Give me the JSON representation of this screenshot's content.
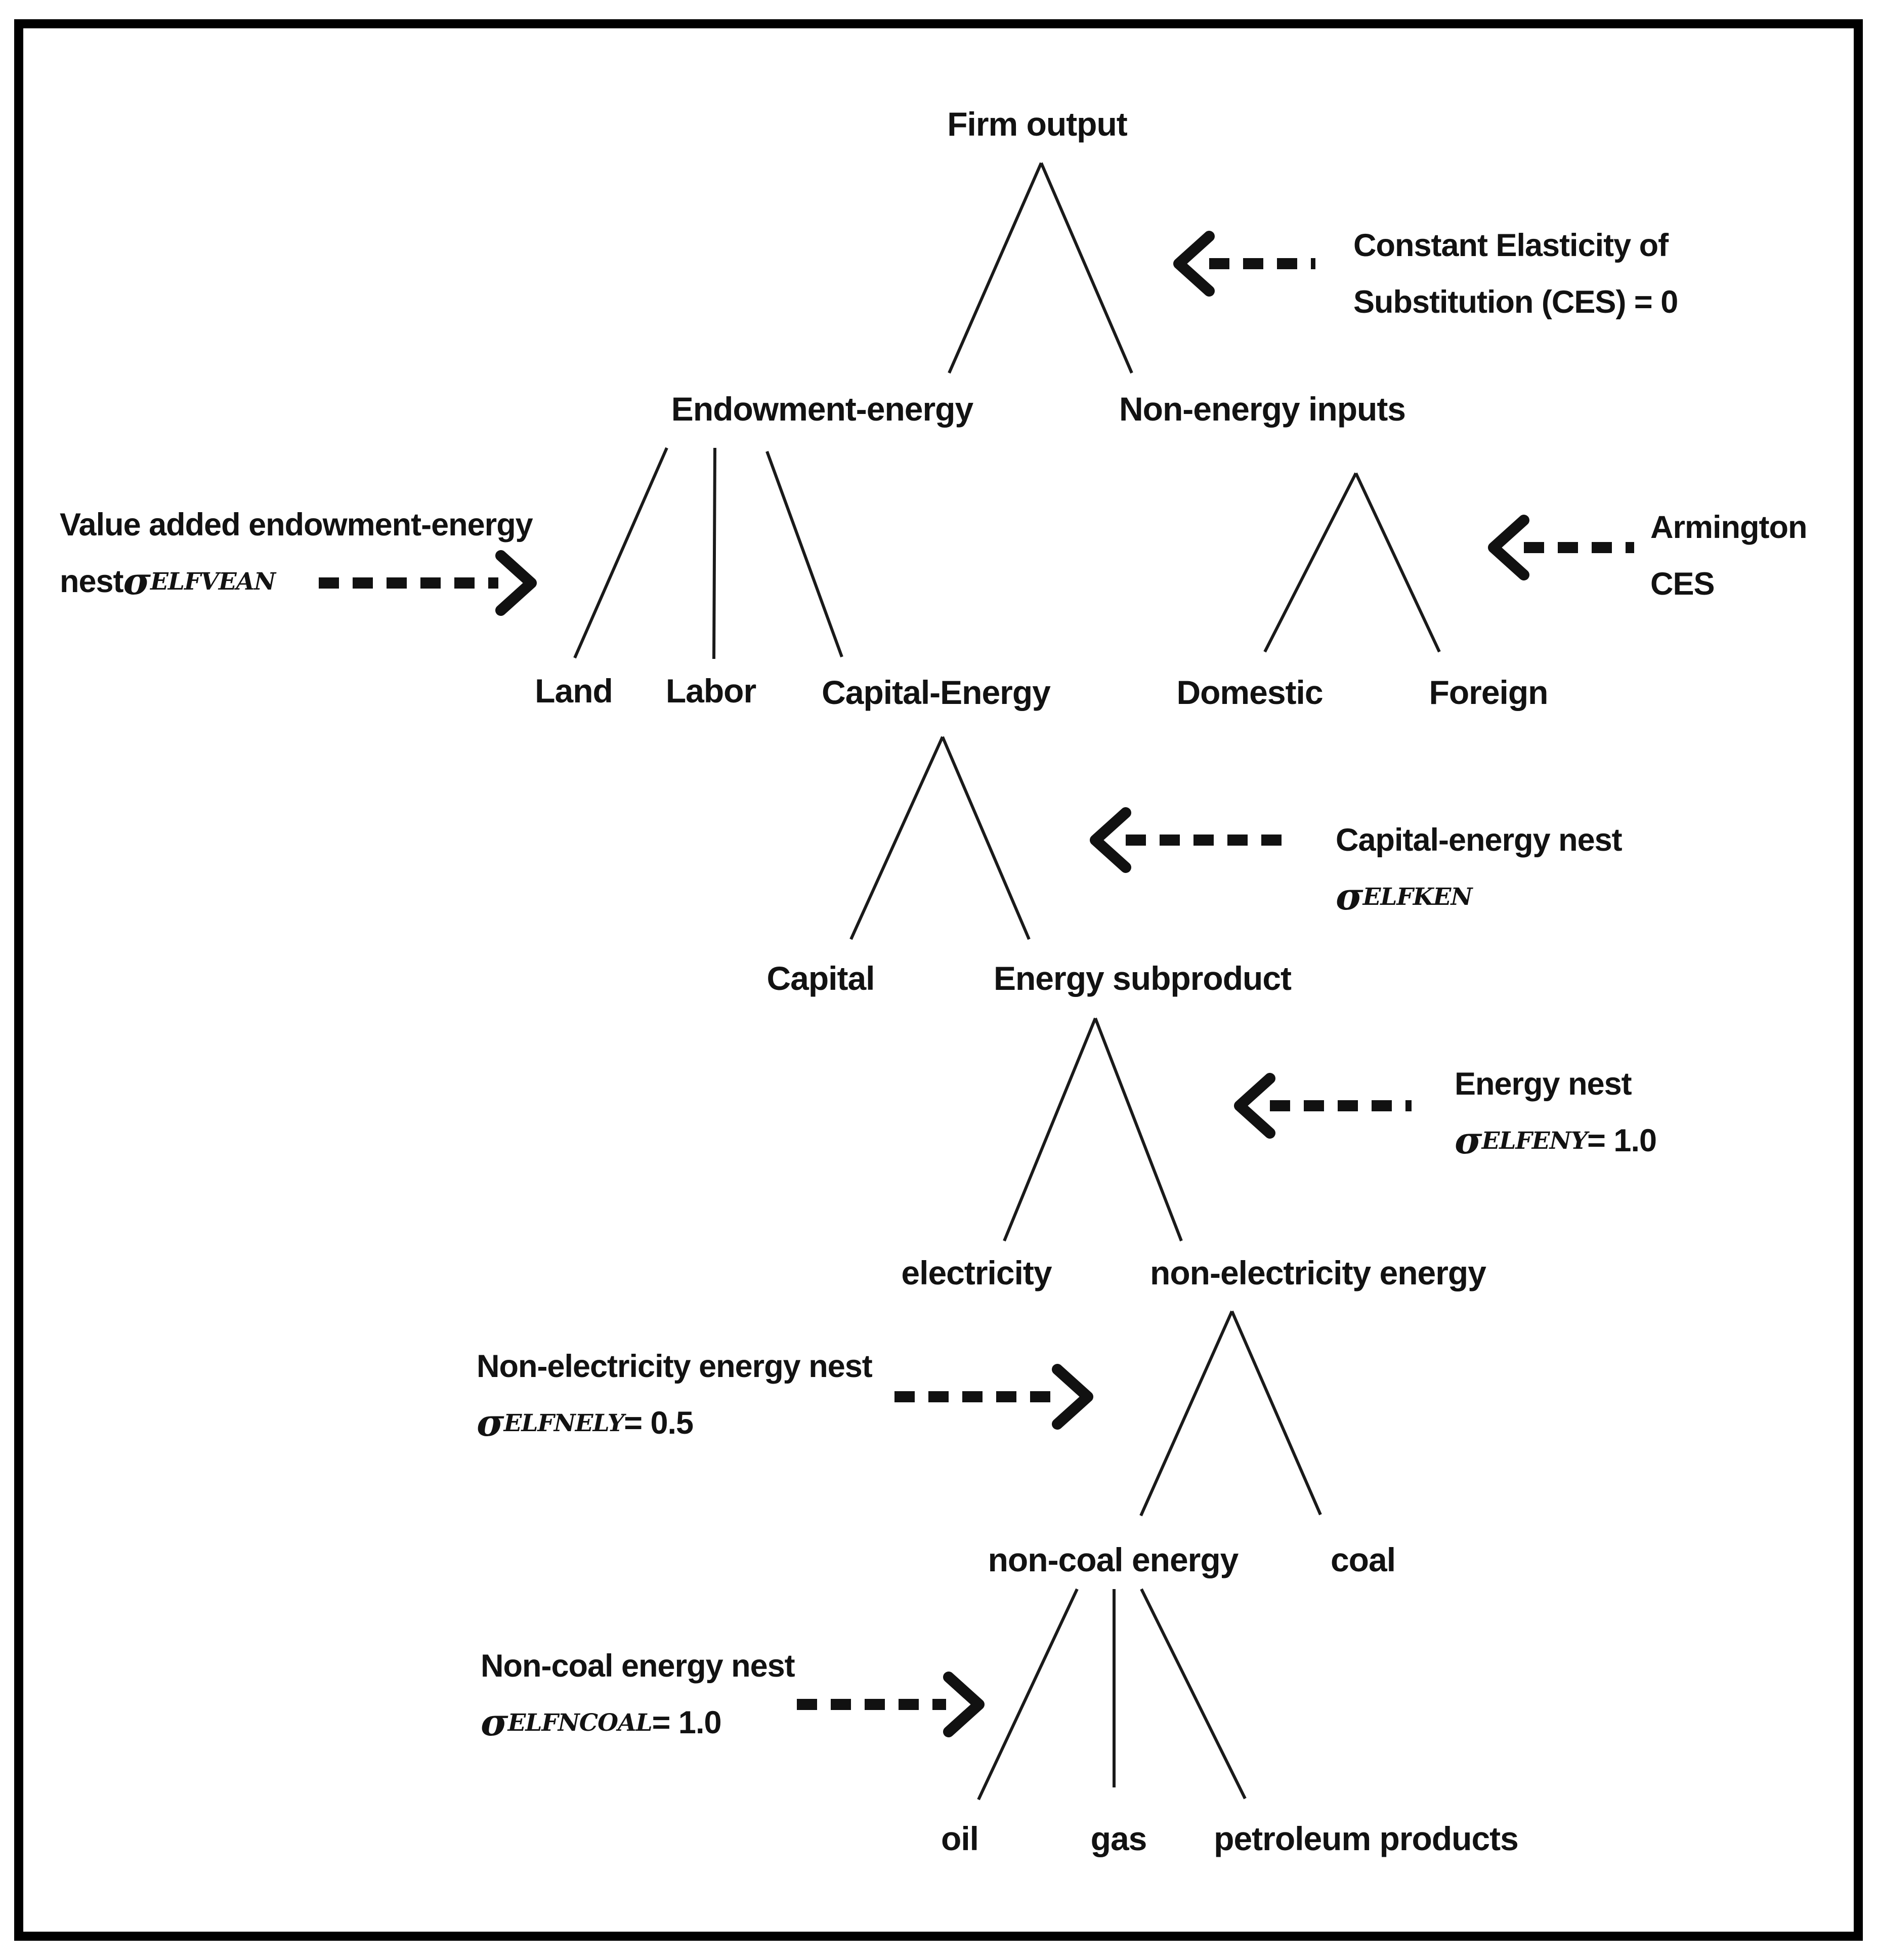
{
  "figure": {
    "background": "#ffffff",
    "border_color": "#000000",
    "line_color": "#1a1a1a",
    "text_color": "#121212"
  },
  "nodes": {
    "firm_output": "Firm output",
    "endowment_energy": "Endowment-energy",
    "non_energy_inputs": "Non-energy inputs",
    "land": "Land",
    "labor": "Labor",
    "capital_energy": "Capital-Energy",
    "domestic": "Domestic",
    "foreign": "Foreign",
    "capital": "Capital",
    "energy_subproduct": "Energy subproduct",
    "electricity": "electricity",
    "non_electricity_energy": "non-electricity energy",
    "non_coal_energy": "non-coal energy",
    "coal": "coal",
    "oil": "oil",
    "gas": "gas",
    "petroleum_products": "petroleum products"
  },
  "annotations": {
    "ces": {
      "line1": "Constant Elasticity of",
      "line2": "Substitution (CES) = 0"
    },
    "value_added": {
      "line1": "Value added endowment-energy",
      "line2_prefix": "nest ",
      "sigma": "σ",
      "sub": "ELFVEAN"
    },
    "armington": {
      "line1": "Armington",
      "line2": "CES"
    },
    "capital_energy_nest": {
      "line1": "Capital-energy nest",
      "sigma": "σ",
      "sub": "ELFKEN"
    },
    "energy_nest": {
      "line1": "Energy nest",
      "sigma": "σ",
      "sub": "ELFENY",
      "value": " = 1.0"
    },
    "non_electricity_nest": {
      "line1": "Non-electricity energy nest",
      "sigma": "σ",
      "sub": "ELFNELY",
      "value": "= 0.5"
    },
    "non_coal_nest": {
      "line1": "Non-coal energy nest",
      "sigma": "σ",
      "sub": "ELFNCOAL",
      "value": " = 1.0"
    }
  }
}
